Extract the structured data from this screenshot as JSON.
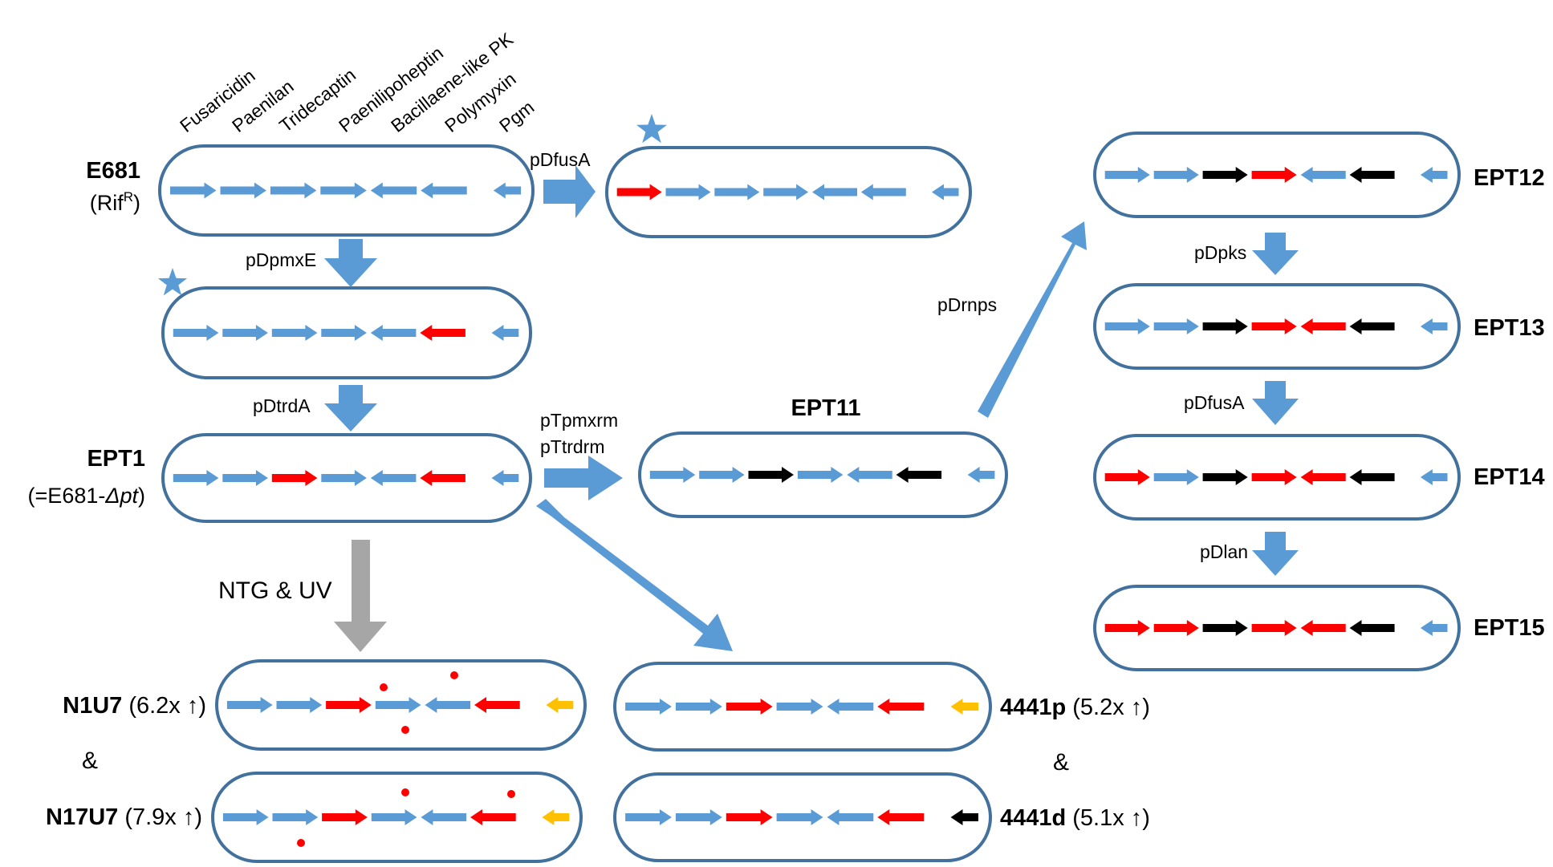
{
  "colors": {
    "native": "#5b9bd5",
    "deleted": "#ff0000",
    "replaced": "#000000",
    "mutated": "#ffc000",
    "outline": "#41719c",
    "big_arrow": "#5b9bd5",
    "mutagen_arrow": "#a6a6a6",
    "mutation_dot": "#ff0000",
    "star": "#5b9bd5"
  },
  "cluster_headers": [
    "Fusaricidin",
    "Paenilan",
    "Tridecaptin",
    "Paenilipoheptin",
    "Bacillaene-like PK",
    "Polymyxin",
    "Pgm"
  ],
  "strains": {
    "e681": {
      "name": "E681",
      "sub_open": "(Rif",
      "sub_sup": "R",
      "sub_close": ")"
    },
    "dfusa_strain": {
      "step_label": "pDfusA"
    },
    "dpmxe_strain": {
      "step_label": "pDpmxE"
    },
    "ept1": {
      "name": "EPT1",
      "sub_open": "(=E681-",
      "sub_italic": "Δpt",
      "sub_close": ")",
      "step_label": "pDtrdA"
    },
    "ept11": {
      "name": "EPT11",
      "step_label_1": "pTpmxrm",
      "step_label_2": "pTtrdrm"
    },
    "ept12": {
      "name": "EPT12",
      "step_label": "pDrnps"
    },
    "ept13": {
      "name": "EPT13",
      "step_label": "pDpks"
    },
    "ept14": {
      "name": "EPT14",
      "step_label": "pDfusA"
    },
    "ept15": {
      "name": "EPT15",
      "step_label": "pDlan"
    },
    "n1u7": {
      "name": "N1U7",
      "fold": "(6.2x ↑)"
    },
    "n17u7": {
      "name": "N17U7",
      "fold": "(7.9x ↑)"
    },
    "p4441": {
      "name": "4441p",
      "fold": "(5.2x ↑)"
    },
    "d4441": {
      "name": "4441d",
      "fold": "(5.1x ↑)"
    }
  },
  "mutagenesis_label": "NTG & UV",
  "ampersand": "&",
  "gene_rows": {
    "e681": [
      "native-r",
      "native-r",
      "native-r",
      "native-r",
      "native-l",
      "native-l",
      "native-l"
    ],
    "dfusa_strain": [
      "deleted-r",
      "native-r",
      "native-r",
      "native-r",
      "native-l",
      "native-l",
      "native-l"
    ],
    "dpmxe_strain": [
      "native-r",
      "native-r",
      "native-r",
      "native-r",
      "native-l",
      "deleted-l",
      "native-l"
    ],
    "ept1": [
      "native-r",
      "native-r",
      "deleted-r",
      "native-r",
      "native-l",
      "deleted-l",
      "native-l"
    ],
    "ept11": [
      "native-r",
      "native-r",
      "replaced-r",
      "native-r",
      "native-l",
      "replaced-l",
      "native-l"
    ],
    "ept12": [
      "native-r",
      "native-r",
      "replaced-r",
      "deleted-r",
      "native-l",
      "replaced-l",
      "native-l"
    ],
    "ept13": [
      "native-r",
      "native-r",
      "replaced-r",
      "deleted-r",
      "deleted-l",
      "replaced-l",
      "native-l"
    ],
    "ept14": [
      "deleted-r",
      "native-r",
      "replaced-r",
      "deleted-r",
      "deleted-l",
      "replaced-l",
      "native-l"
    ],
    "ept15": [
      "deleted-r",
      "deleted-r",
      "replaced-r",
      "deleted-r",
      "deleted-l",
      "replaced-l",
      "native-l"
    ],
    "n1u7": [
      "native-r",
      "native-r",
      "deleted-r",
      "native-r",
      "native-l",
      "deleted-l",
      "mutated-l"
    ],
    "n17u7": [
      "native-r",
      "native-r",
      "deleted-r",
      "native-r",
      "native-l",
      "deleted-l",
      "mutated-l"
    ],
    "p4441": [
      "native-r",
      "native-r",
      "deleted-r",
      "native-r",
      "native-l",
      "deleted-l",
      "mutated-l"
    ],
    "d4441": [
      "native-r",
      "native-r",
      "deleted-r",
      "native-r",
      "native-l",
      "deleted-l",
      "replaced-l"
    ]
  }
}
